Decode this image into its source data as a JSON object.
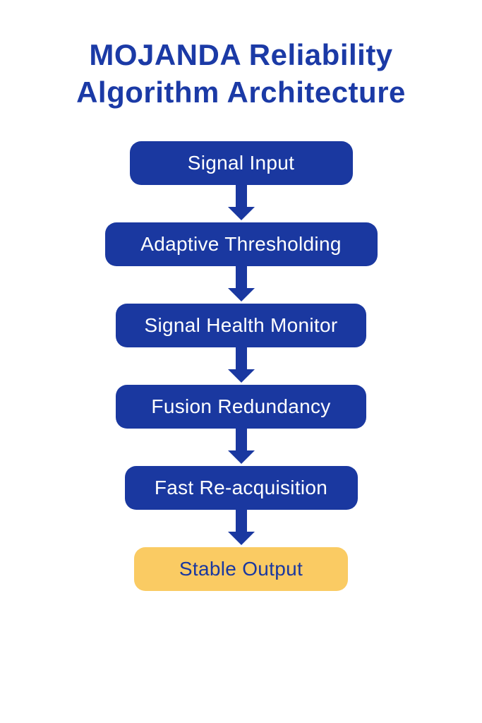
{
  "title": "MOJANDA Reliability Algorithm Architecture",
  "colors": {
    "brand_blue": "#1A38A0",
    "title_blue": "#1B3AA6",
    "highlight_yellow": "#FACB63",
    "node_text_white": "#FFFFFF"
  },
  "flow": {
    "nodes": [
      {
        "label": "Signal Input",
        "style": "primary"
      },
      {
        "label": "Adaptive Thresholding",
        "style": "primary"
      },
      {
        "label": "Signal Health Monitor",
        "style": "primary"
      },
      {
        "label": "Fusion Redundancy",
        "style": "primary"
      },
      {
        "label": "Fast Re-acquisition",
        "style": "primary"
      },
      {
        "label": "Stable Output",
        "style": "highlight"
      }
    ],
    "connector": "down-arrow"
  }
}
